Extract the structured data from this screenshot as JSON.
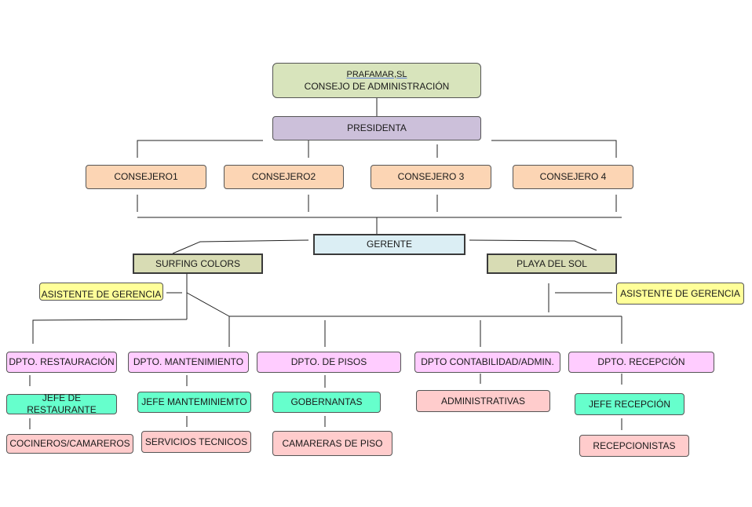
{
  "org": {
    "company": "PRAFAMAR,SL",
    "board": "CONSEJO DE ADMINISTRACIÓN",
    "president": "PRESIDENTA",
    "councilors": [
      "CONSEJERO1",
      "CONSEJERO2",
      "CONSEJERO 3",
      "CONSEJERO 4"
    ],
    "manager": "GERENTE",
    "branches": {
      "left": "SURFING COLORS",
      "right": "PLAYA DEL SOL"
    },
    "assistants": {
      "left": "ASISTENTE DE GERENCIA",
      "right": "ASISTENTE DE GERENCIA"
    },
    "departments": [
      {
        "name": "DPTO. RESTAURACIÓN",
        "chief": "JEFE DE RESTAURANTE",
        "staff": "COCINEROS/CAMAREROS"
      },
      {
        "name": "DPTO. MANTENIMIENTO",
        "chief": "JEFE MANTEMINIEMTO",
        "staff": "SERVICIOS TECNICOS"
      },
      {
        "name": "DPTO. DE PISOS",
        "chief": "GOBERNANTAS",
        "staff": "CAMARERAS DE PISO"
      },
      {
        "name": "DPTO CONTABILIDAD/ADMIN.",
        "staff": "ADMINISTRATIVAS"
      },
      {
        "name": "DPTO. RECEPCIÓN",
        "chief": "JEFE RECEPCIÓN",
        "staff": "RECEPCIONISTAS"
      }
    ]
  },
  "colors": {
    "board": "#d8e4bc",
    "president": "#ccc0da",
    "councilor": "#fcd5b4",
    "manager": "#dbeef4",
    "branch": "#d8dcb4",
    "assistant": "#ffff99",
    "department": "#ffccff",
    "chief": "#66ffcc",
    "staff": "#ffcccc"
  }
}
